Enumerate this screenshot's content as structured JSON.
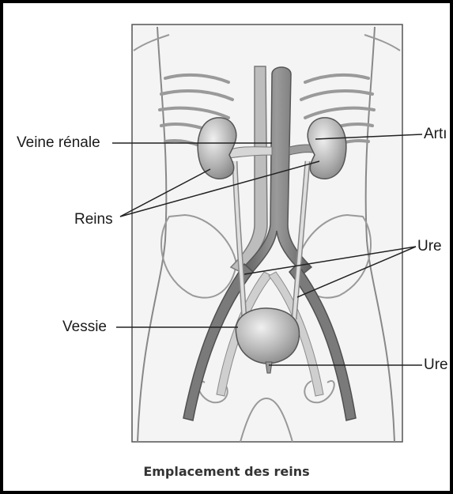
{
  "labels": {
    "renal_vein": "Veine rénale",
    "renal_artery": "Artı",
    "kidneys": "Reins",
    "ureters": "Ure",
    "bladder": "Vessie",
    "urethra": "Ure"
  },
  "caption": "Emplacement des reins",
  "colors": {
    "frame": "#000000",
    "organ": "#a9a9a9",
    "vessel": "#7a7a7a",
    "body_outline": "#888888",
    "leader": "#222222"
  }
}
